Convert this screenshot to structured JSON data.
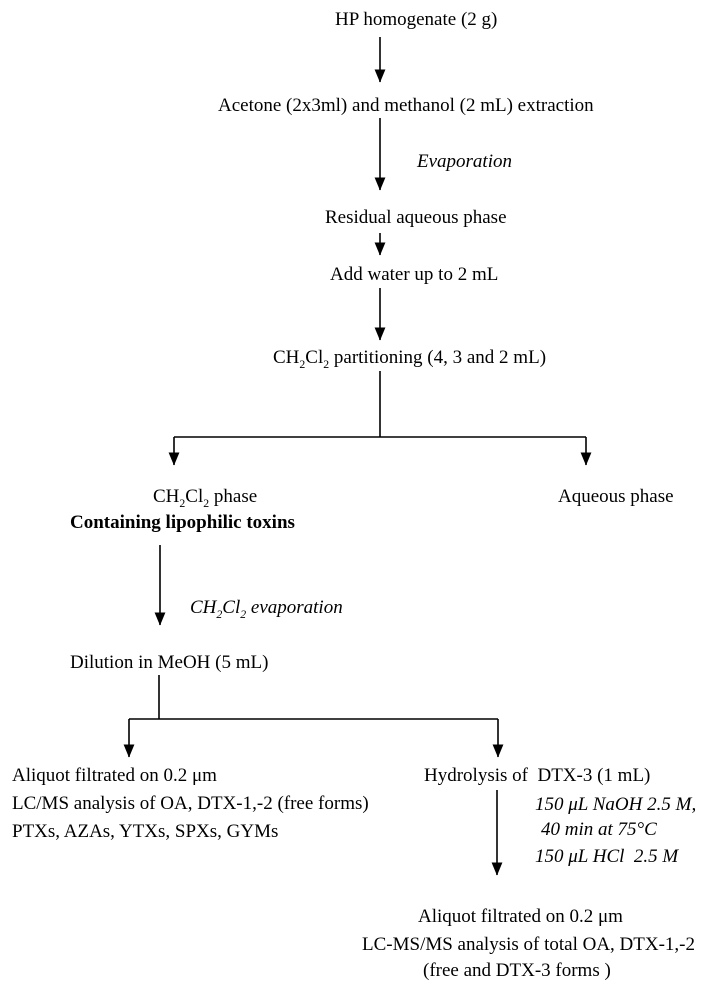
{
  "figure": {
    "type": "flowchart",
    "background": "#ffffff",
    "line_color": "#000000",
    "text_color": "#000000",
    "nodes": {
      "hp_homogenate": "HP homogenate (2 g)",
      "acetone_extraction": "Acetone (2x3ml) and methanol (2 mL) extraction",
      "evaporation_label": "Evaporation",
      "residual_aqueous_phase": "Residual aqueous phase",
      "add_water": "Add water up to 2 mL",
      "partitioning": "CH~2~Cl~2~ partitioning (4, 3 and 2 mL)",
      "organic_phase": "CH~2~Cl~2~ phase",
      "organic_phase_note": "Containing lipophilic toxins",
      "aqueous_phase": "Aqueous phase",
      "ch2cl2_evaporation_label": "CH~2~Cl~2~ evaporation",
      "dilution_meoh": "Dilution in MeOH (5 mL)",
      "free_forms_branch": {
        "line1": "Aliquot filtrated on 0.2 μm",
        "line2": "LC/MS analysis of OA, DTX-1,-2 (free forms)",
        "line3": "PTXs, AZAs, YTXs, SPXs, GYMs"
      },
      "hydrolysis_branch": {
        "title": "Hydrolysis of  DTX-3 (1 mL)",
        "condition1": "150 μL NaOH 2.5 M,",
        "condition2": "40 min at 75°C",
        "condition3": "150 μL HCl  2.5 M",
        "result1": "Aliquot filtrated on 0.2 μm",
        "result2": "LC-MS/MS analysis of total OA, DTX-1,-2",
        "result3": "(free and DTX-3 forms )"
      }
    }
  }
}
